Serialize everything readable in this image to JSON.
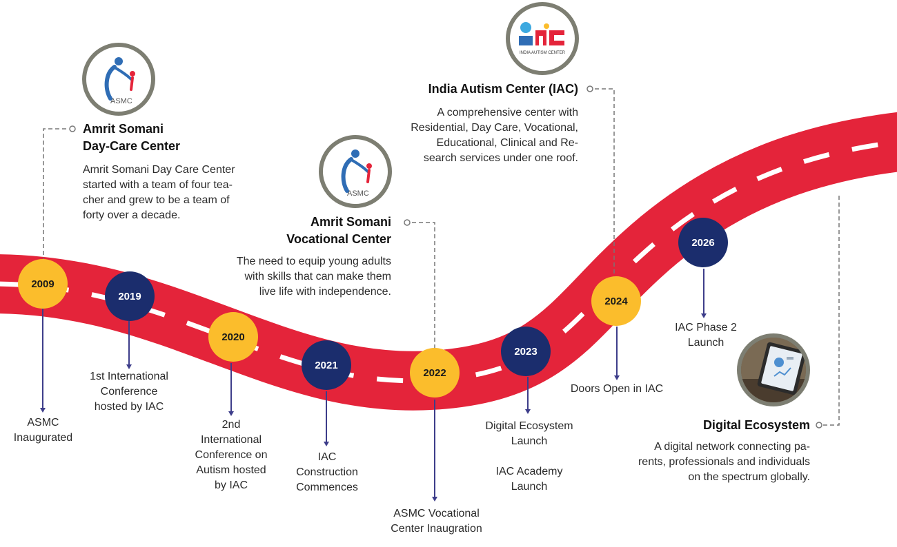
{
  "colors": {
    "road": "#e4243a",
    "dash": "#ffffff",
    "year_yellow": "#fbbd2c",
    "year_navy": "#1b2d6d",
    "arrow": "#3d3d8a",
    "connector": "#777777",
    "logo_ring": "#7d7e72"
  },
  "years": [
    {
      "year": "2009",
      "style": "yellow",
      "event": "ASMC\nInaugurated"
    },
    {
      "year": "2019",
      "style": "navy",
      "event": "1st International\nConference\nhosted by IAC"
    },
    {
      "year": "2020",
      "style": "yellow",
      "event": "2nd\nInternational\nConference on\nAutism hosted\nby IAC"
    },
    {
      "year": "2021",
      "style": "navy",
      "event": "IAC\nConstruction\nCommences"
    },
    {
      "year": "2022",
      "style": "yellow",
      "event": "ASMC Vocational\nCenter  Inaugration"
    },
    {
      "year": "2023",
      "style": "navy",
      "event": "Digital Ecosystem\nLaunch\n\nIAC Academy\nLaunch"
    },
    {
      "year": "2024",
      "style": "yellow",
      "event": "Doors Open in IAC"
    },
    {
      "year": "2026",
      "style": "navy",
      "event": "IAC Phase 2\nLaunch"
    }
  ],
  "highlights": [
    {
      "title": "Amrit Somani\nDay-Care Center",
      "desc": "Amrit Somani Day Care Center\nstarted with a team of four tea-\ncher and grew to be a team of\nforty over a decade.",
      "logo": "asmc-logo",
      "logo_text": "ASMC"
    },
    {
      "title": "Amrit Somani\nVocational Center",
      "desc": "The need to equip young adults\nwith skills that can make them\nlive life with independence.",
      "logo": "asmc-logo",
      "logo_text": "ASMC"
    },
    {
      "title": "India Autism Center (IAC)",
      "desc": "A comprehensive center with\nResidential, Day Care, Vocational,\nEducational, Clinical and Re-\nsearch services under one roof.",
      "logo": "iac-logo",
      "logo_text": "INDIA AUTISM CENTER"
    },
    {
      "title": "Digital Ecosystem",
      "desc": "A digital network connecting pa-\nrents, professionals and individuals\non the spectrum globally.",
      "logo": "tablet-photo"
    }
  ]
}
